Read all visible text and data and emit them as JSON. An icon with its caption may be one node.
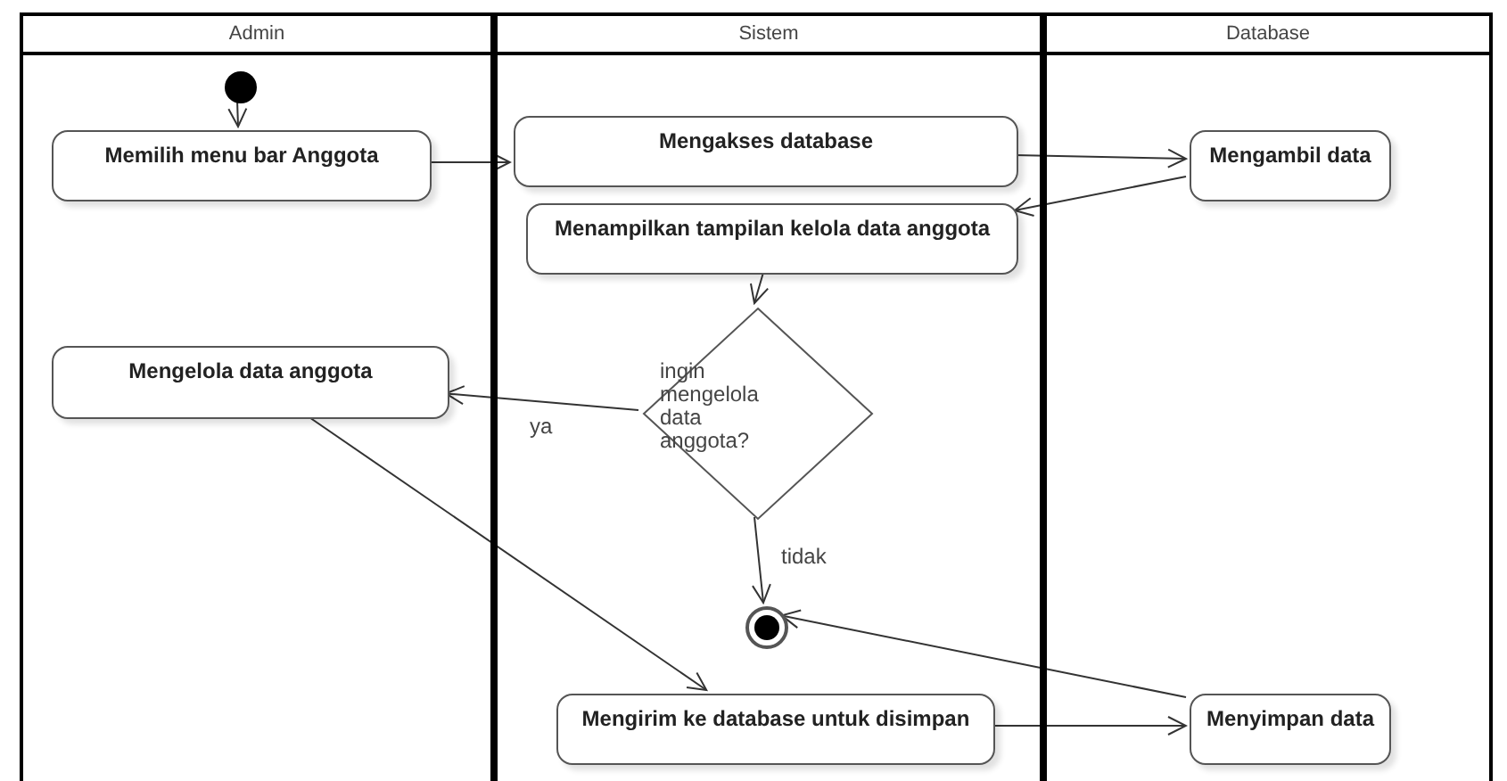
{
  "diagram": {
    "nodes": [
      {
        "text": [
          "Admin"
        ]
      },
      {
        "text": [
          "Sistem"
        ]
      },
      {
        "text": [
          "Database"
        ]
      },
      {
        "text": [],
        "shape": "circle",
        "in": 0
      },
      {
        "text": [
          "Memilih menu bar Anggota"
        ],
        "in": 0
      },
      {
        "text": [
          "Mengakses database"
        ],
        "in": 1
      },
      {
        "text": [
          "Menampilkan tampilan kelola data anggota"
        ],
        "in": 1
      },
      {
        "text": [
          "Mengambil data"
        ],
        "in": 2
      },
      {
        "text": [
          "Mengelola data anggota"
        ],
        "in": 0
      },
      {
        "text": [
          "ingin mengelola data anggota?"
        ],
        "in": 1
      },
      {
        "text": [],
        "shape": "circle",
        "in": 1
      },
      {
        "text": [
          "Mengirim ke database untuk disimpan"
        ],
        "in": 1
      },
      {
        "text": [
          "Menyimpan data"
        ],
        "in": 2
      }
    ],
    "edges": [
      {
        "from": 3,
        "to": 4,
        "arrow": "to"
      },
      {
        "from": 4,
        "to": 5,
        "arrow": "to"
      },
      {
        "from": 5,
        "to": 7,
        "arrow": "to"
      },
      {
        "from": 7,
        "to": 6,
        "arrow": "to"
      },
      {
        "from": 6,
        "to": 9,
        "arrow": "to"
      },
      {
        "from": 9,
        "to": 8,
        "arrow": "to",
        "label": "ya"
      },
      {
        "from": 9,
        "to": 10,
        "arrow": "to",
        "label": "tidak"
      },
      {
        "from": 8,
        "to": 11,
        "arrow": "to"
      },
      {
        "from": 11,
        "to": 12,
        "arrow": "to"
      },
      {
        "from": 12,
        "to": 10,
        "arrow": "to"
      }
    ]
  }
}
